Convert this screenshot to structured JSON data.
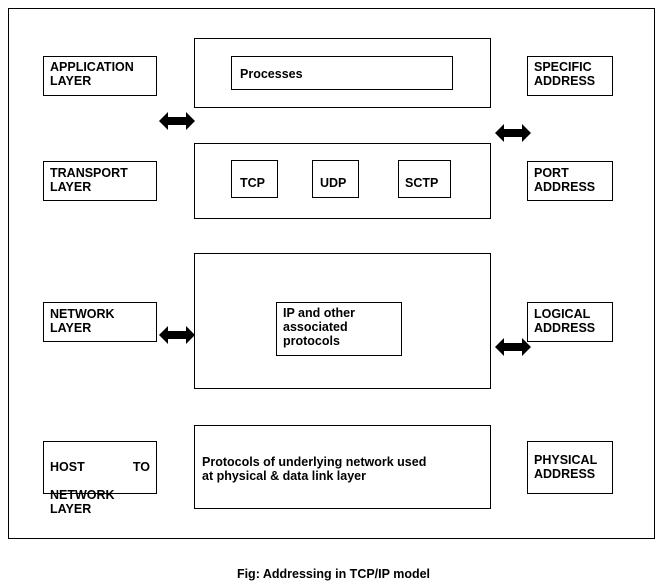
{
  "left_layers": {
    "application": "APPLICATION\nLAYER",
    "transport": "TRANSPORT\nLAYER",
    "network": "NETWORK\nLAYER",
    "host_line1_a": "HOST",
    "host_line1_b": "TO",
    "host_rest": "NETWORK\nLAYER"
  },
  "center": {
    "processes": "Processes",
    "tcp": "TCP",
    "udp": "UDP",
    "sctp": "SCTP",
    "ip": "IP  and  other\nassociated\nprotocols",
    "underlying": "Protocols  of  underlying  network  used\nat physical & data link layer"
  },
  "right_addresses": {
    "specific": "SPECIFIC\nADDRESS",
    "port": "PORT\nADDRESS",
    "logical": "LOGICAL\nADDRESS",
    "physical": "PHYSICAL\nADDRESS"
  },
  "caption": "Fig: Addressing in TCP/IP model"
}
